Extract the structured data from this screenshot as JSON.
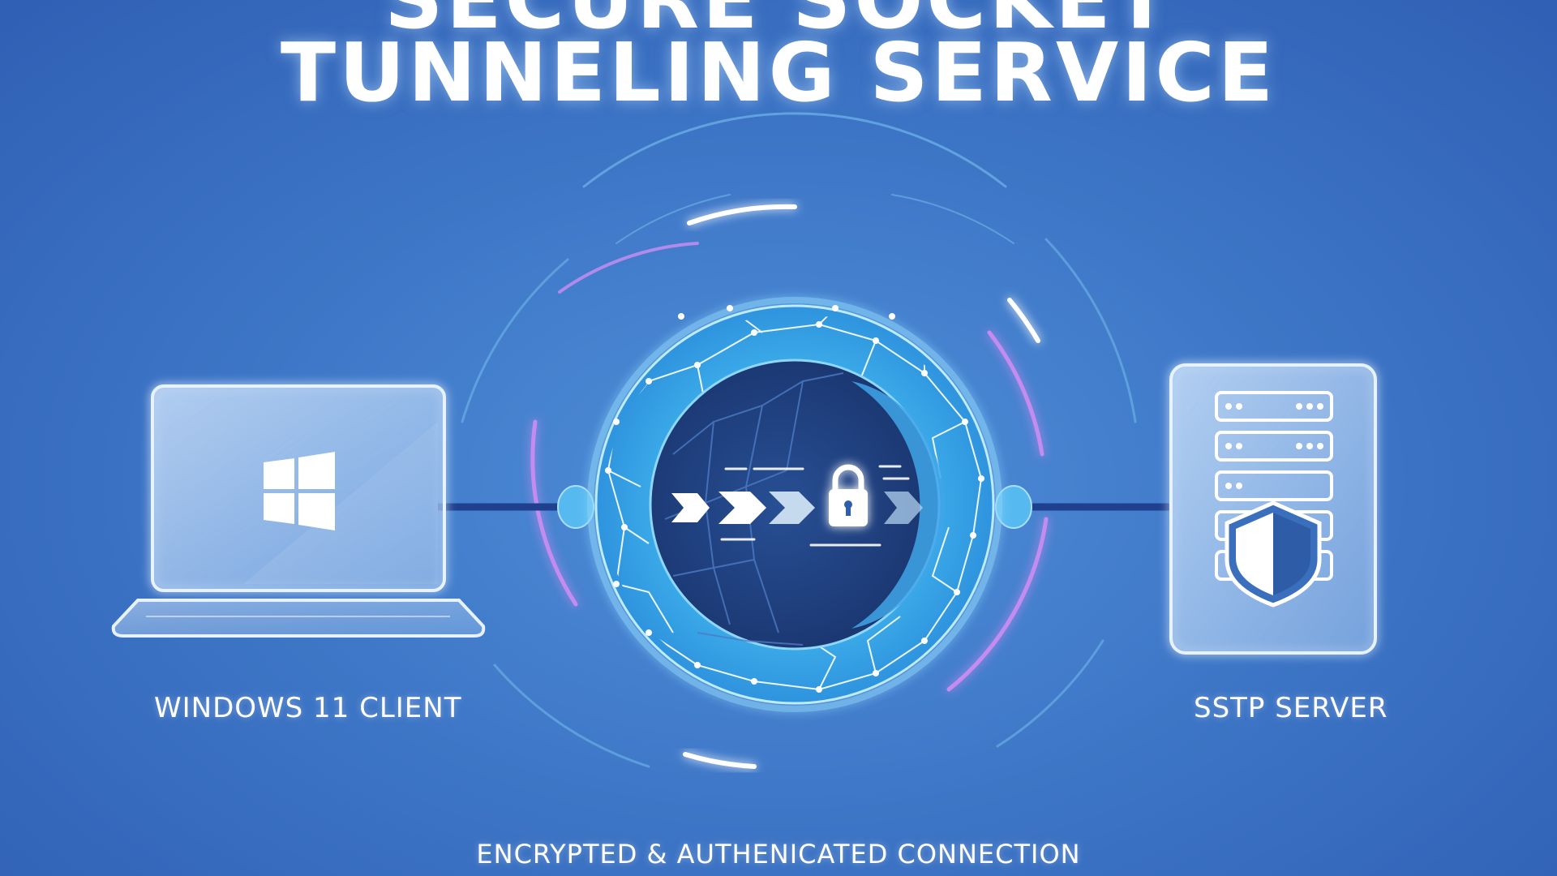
{
  "header": {
    "title_line1": "SECURE SOCKET",
    "title_line2": "TUNNELING SERVICE"
  },
  "nodes": {
    "client": {
      "label": "WINDOWS 11 CLIENT",
      "icon": "windows-logo-icon"
    },
    "server": {
      "label": "SSTP SERVER",
      "icon": "server-rack-shield-icon"
    }
  },
  "tunnel": {
    "icon": "padlock-icon"
  },
  "footer": {
    "caption": "ENCRYPTED & AUTHENICATED CONNECTION"
  },
  "colors": {
    "background": "#3f78c8",
    "accent_cyan": "#5ec8f2",
    "accent_violet": "#c58cf0",
    "tunnel_dark": "#1e3f7c",
    "link_line": "#1f3f8f"
  }
}
